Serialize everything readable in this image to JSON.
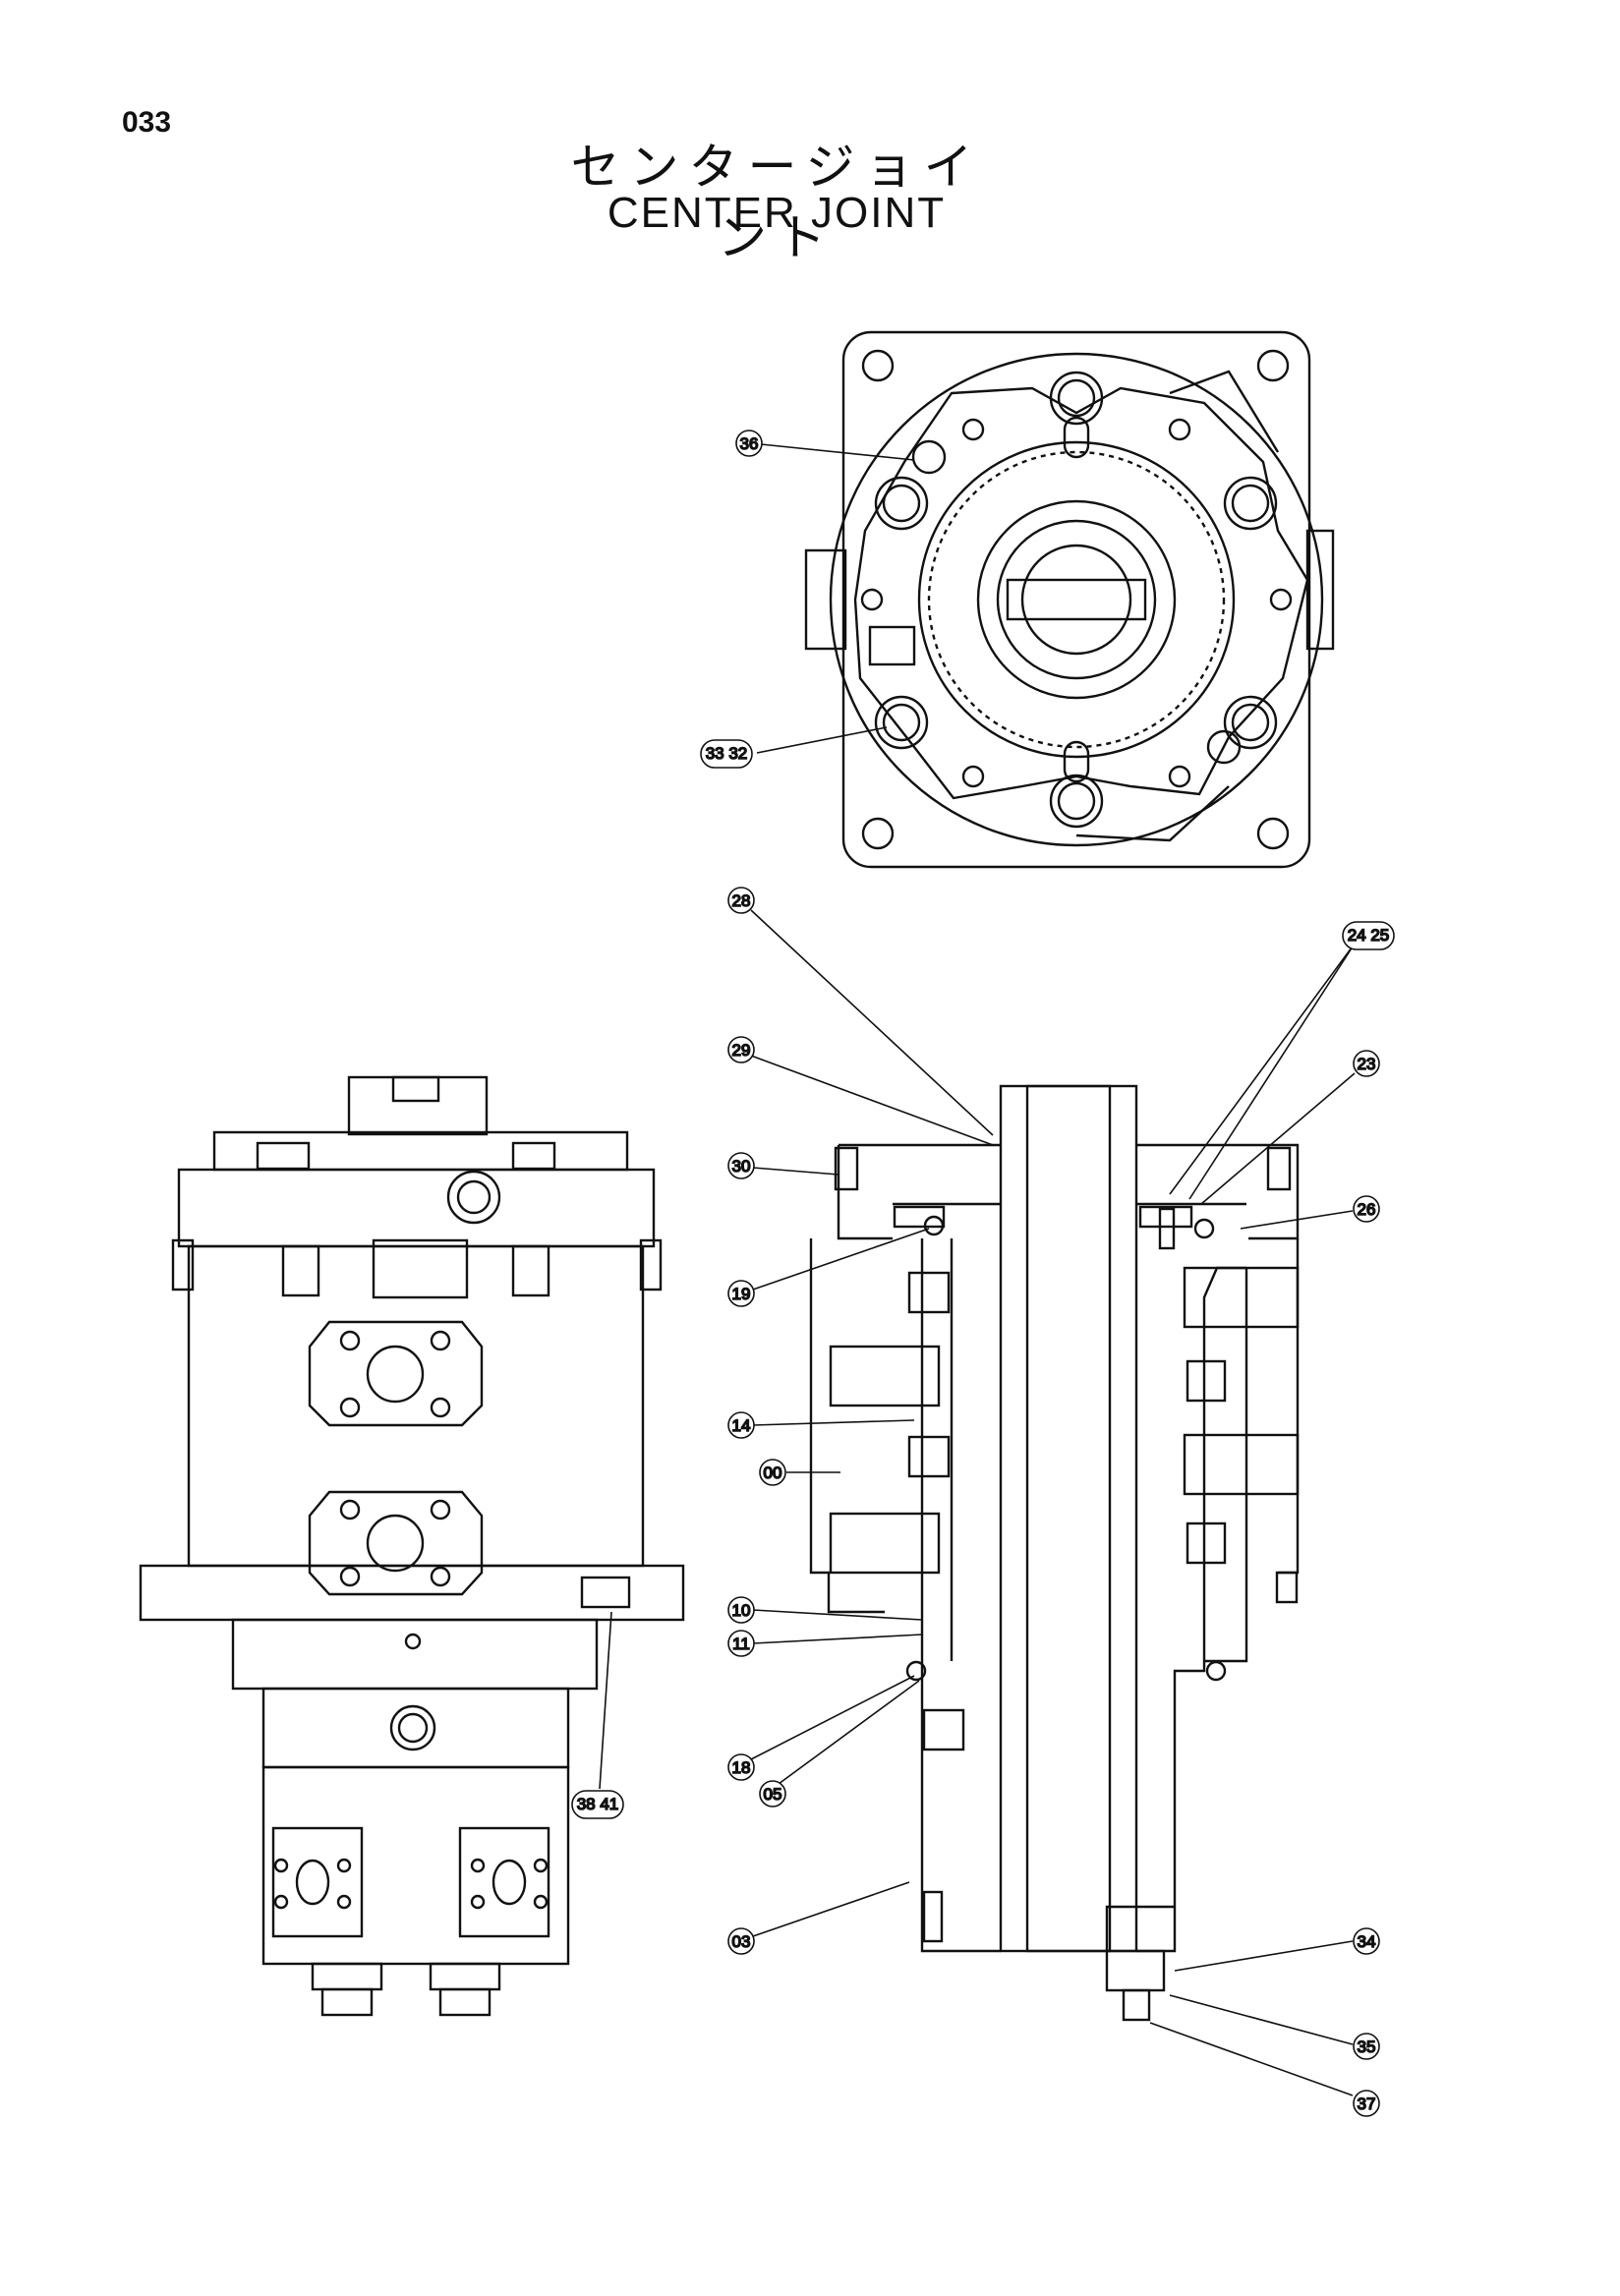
{
  "page": {
    "number": "033",
    "title_jp": "センタージョイント",
    "title_en": "CENTER JOINT"
  },
  "callouts": {
    "c36": "36",
    "c32_33": "33 32",
    "c28": "28",
    "c29": "29",
    "c30": "30",
    "c19": "19",
    "c14": "14",
    "c00": "00",
    "c10": "10",
    "c11": "11",
    "c18": "18",
    "c05": "05",
    "c03": "03",
    "c24_25": "24 25",
    "c23": "23",
    "c26": "26",
    "c34": "34",
    "c35": "35",
    "c37": "37",
    "c38_41": "38 41"
  }
}
